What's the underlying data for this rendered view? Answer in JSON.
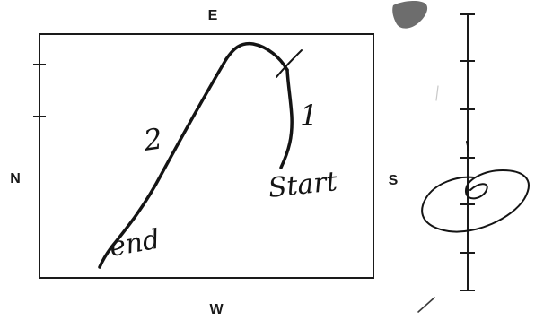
{
  "compass": {
    "top": "E",
    "left": "N",
    "right": "S",
    "bottom": "W"
  },
  "path": {
    "start_label": "Start",
    "end_label": "end",
    "leg_1_label": "1",
    "leg_2_label": "2"
  },
  "colors": {
    "ink": "#141414",
    "blob": "#6d6d6d"
  }
}
